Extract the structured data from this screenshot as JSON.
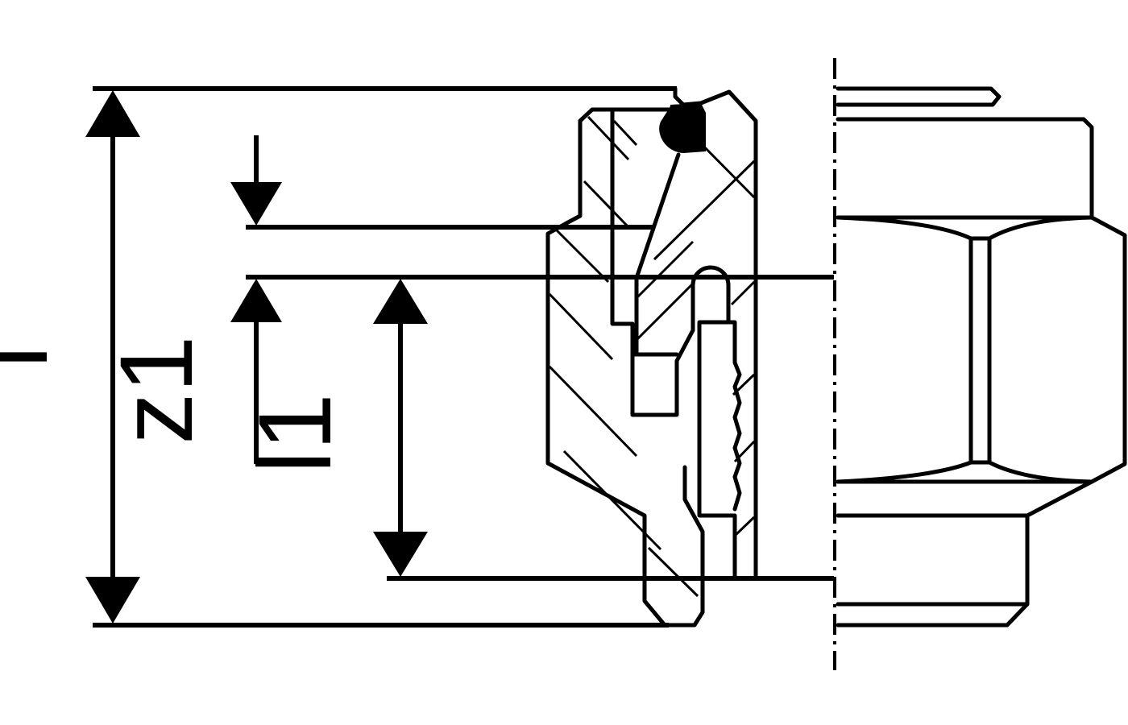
{
  "dimensions": {
    "overall_length": "l",
    "z_dimension": "z1",
    "inner_length": "l1"
  },
  "colors": {
    "line": "#000000",
    "background": "#ffffff"
  }
}
